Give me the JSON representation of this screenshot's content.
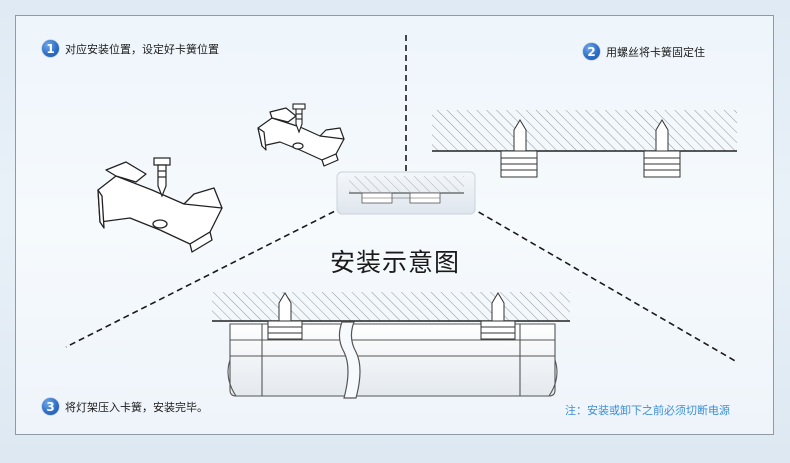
{
  "steps": [
    {
      "number": "1",
      "text": "对应安装位置，设定好卡簧位置"
    },
    {
      "number": "2",
      "text": "用螺丝将卡簧固定住"
    },
    {
      "number": "3",
      "text": "将灯架压入卡簧，安装完毕。"
    }
  ],
  "title": "安装示意图",
  "note": "注：安装或卸下之前必须切断电源",
  "colors": {
    "accent": "#2f6fc6",
    "note": "#3c8fd6",
    "line": "#1a1a1a"
  }
}
